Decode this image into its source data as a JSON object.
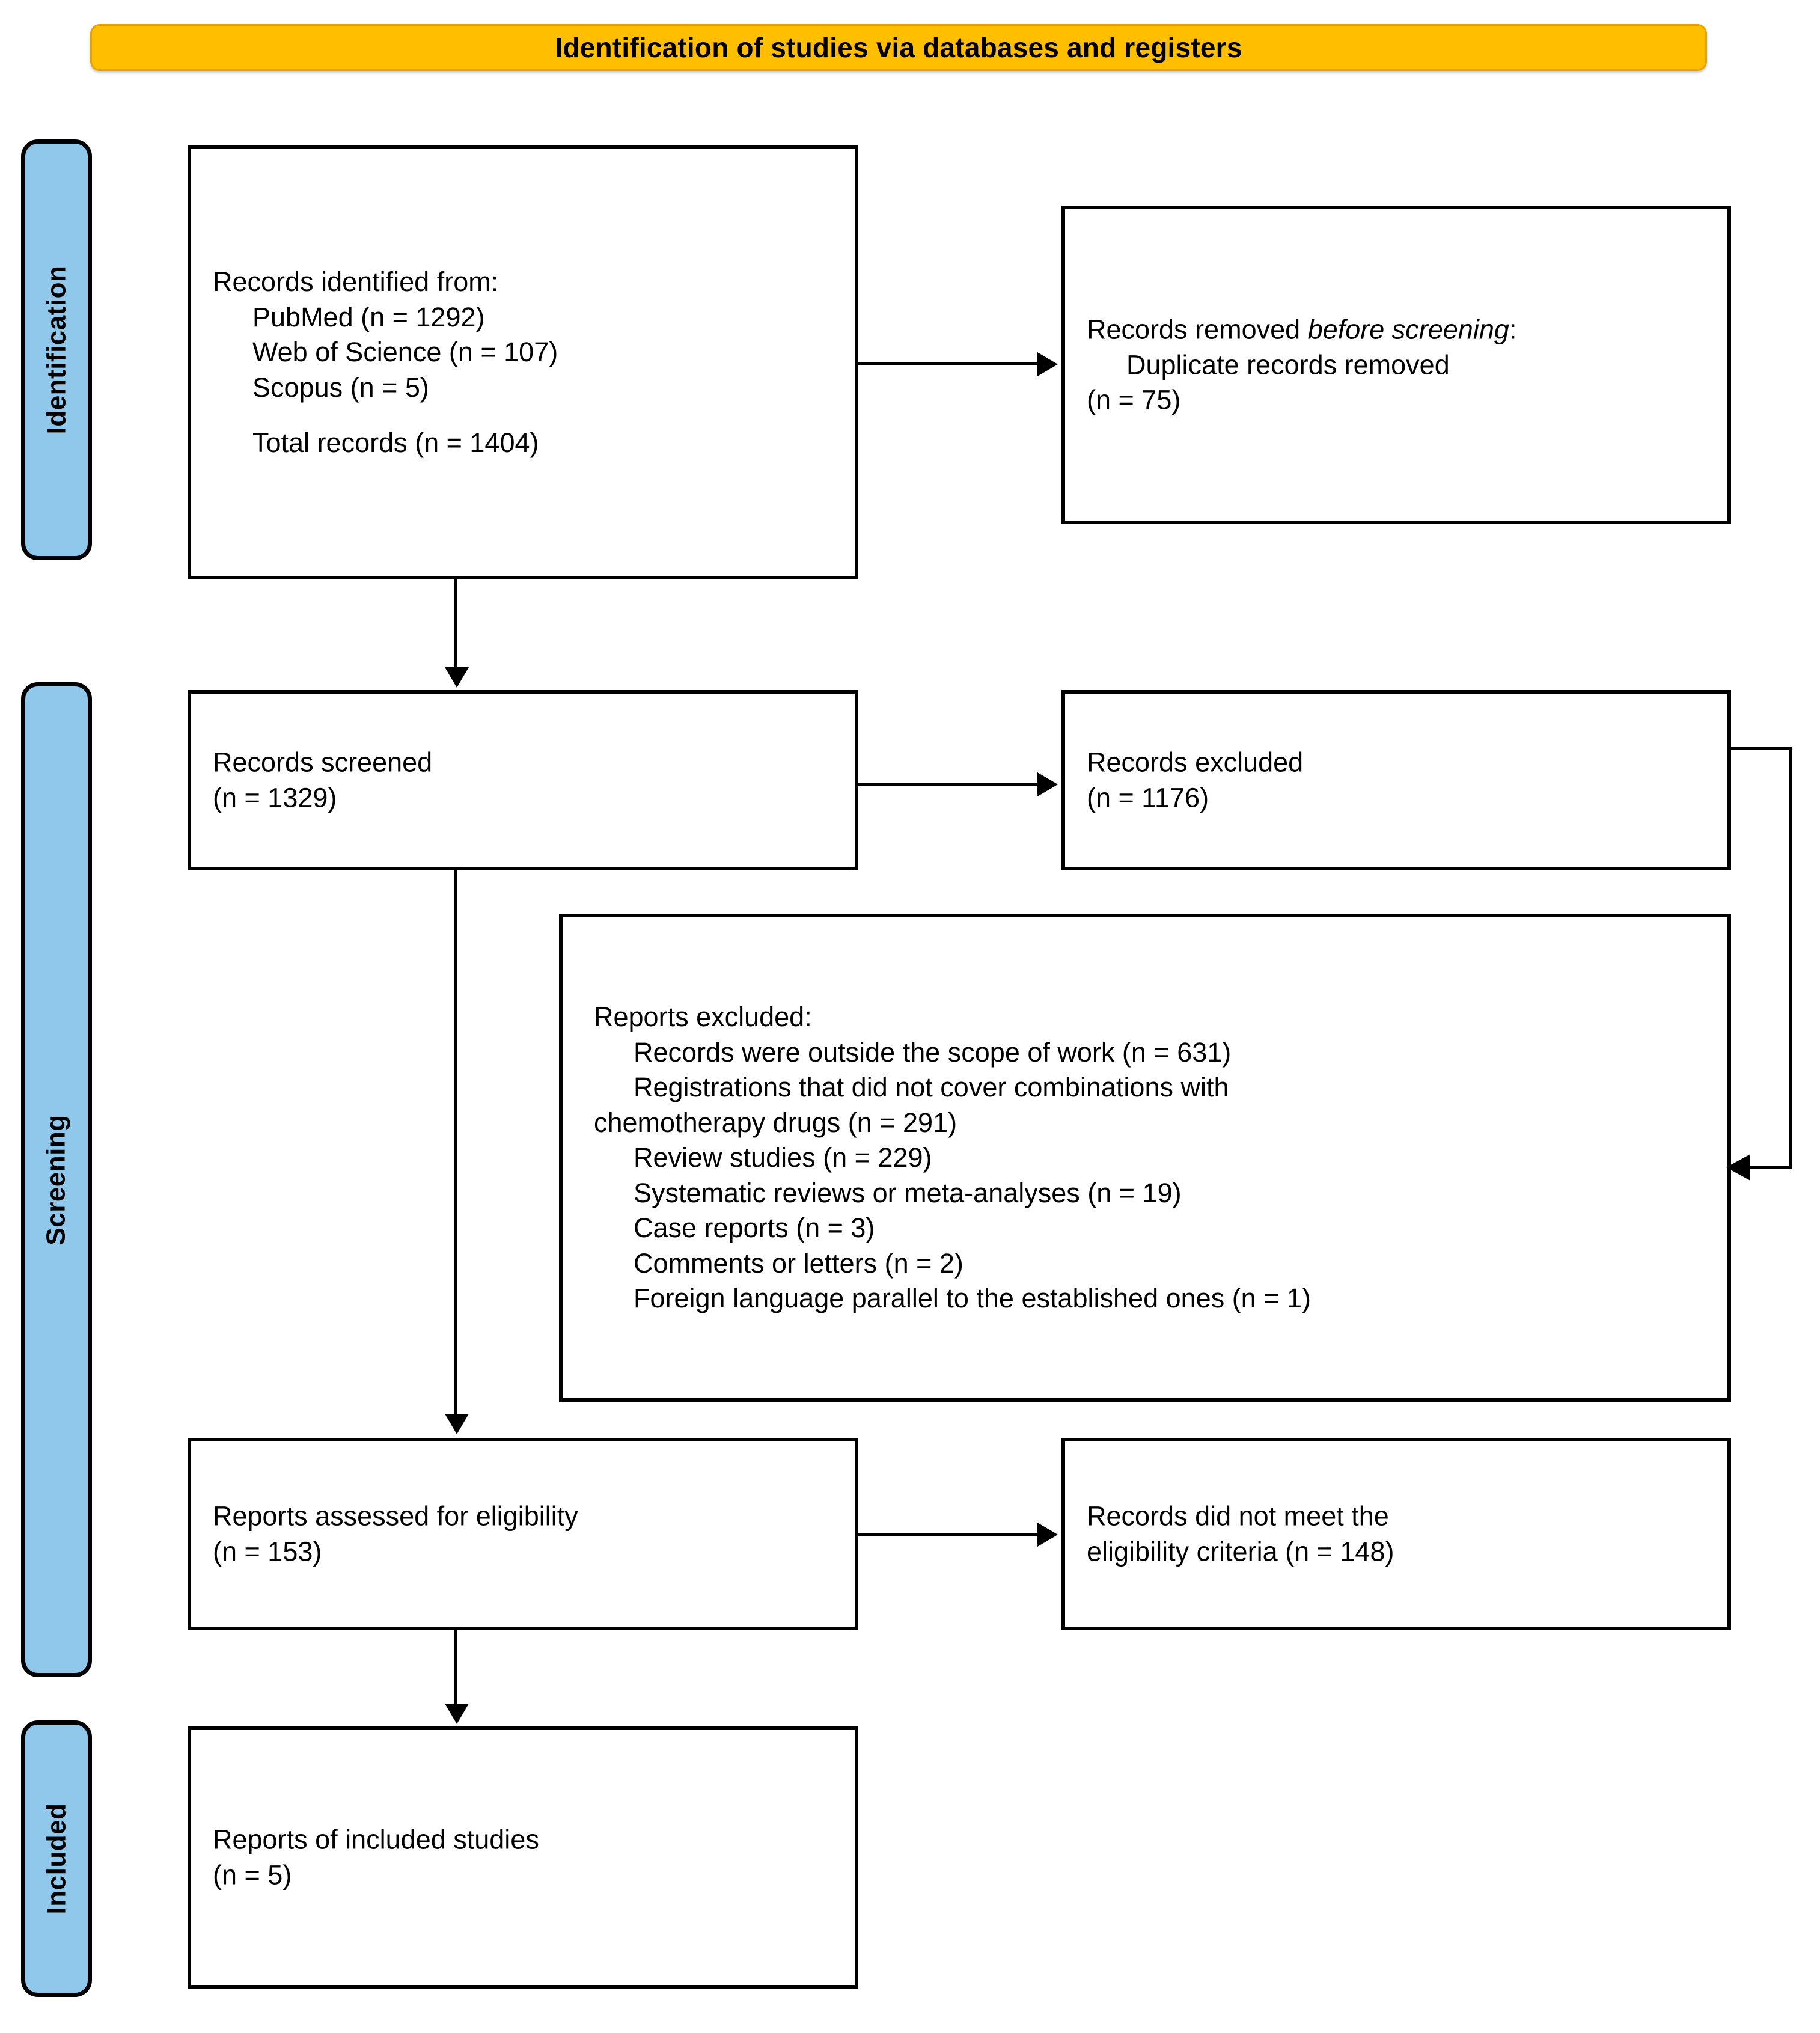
{
  "banner": {
    "title": "Identification of studies via databases and registers",
    "color": "#FFBE00"
  },
  "rails": {
    "color": "#90C8EC",
    "identification": "Identification",
    "screening": "Screening",
    "included": "Included"
  },
  "boxes": {
    "identified": {
      "heading": "Records identified from:",
      "sources": [
        "PubMed (n = 1292)",
        "Web of Science (n = 107)",
        "Scopus (n = 5)"
      ],
      "total": "Total records (n = 1404)"
    },
    "removed": {
      "heading_part1": "Records removed ",
      "heading_italic": "before screening",
      "heading_colon": ":",
      "items": [
        "Duplicate records removed",
        "(n = 75)"
      ]
    },
    "screened": {
      "label": "Records screened",
      "count": "(n = 1329)"
    },
    "excluded_records": {
      "label": "Records excluded",
      "count": "(n = 1176)"
    },
    "reports_excluded": {
      "heading": "Reports excluded:",
      "items": [
        "Records were outside the scope of work (n = 631)",
        "Registrations that did not cover combinations with",
        "chemotherapy drugs (n = 291)",
        "Review studies (n = 229)",
        "Systematic reviews or meta-analyses (n = 19)",
        "Case reports (n = 3)",
        "Comments or letters (n = 2)",
        "Foreign language parallel to the established ones (n = 1)"
      ]
    },
    "assessed": {
      "label": "Reports assessed for eligibility",
      "count": "(n = 153)"
    },
    "not_met": {
      "line1": "Records did not meet the",
      "line2": "eligibility criteria (n = 148)"
    },
    "included": {
      "label": "Reports of included studies",
      "count": "(n = 5)"
    }
  },
  "chart_data": {
    "type": "table",
    "title": "PRISMA 2020 flow diagram — Identification of studies via databases and registers",
    "stages": [
      "Identification",
      "Screening",
      "Included"
    ],
    "nodes": [
      {
        "stage": "Identification",
        "label": "Records identified from PubMed",
        "n": 1292
      },
      {
        "stage": "Identification",
        "label": "Records identified from Web of Science",
        "n": 107
      },
      {
        "stage": "Identification",
        "label": "Records identified from Scopus",
        "n": 5
      },
      {
        "stage": "Identification",
        "label": "Total records",
        "n": 1404
      },
      {
        "stage": "Identification",
        "label": "Duplicate records removed before screening",
        "n": 75
      },
      {
        "stage": "Screening",
        "label": "Records screened",
        "n": 1329
      },
      {
        "stage": "Screening",
        "label": "Records excluded",
        "n": 1176
      },
      {
        "stage": "Screening",
        "label": "Reports excluded: Records were outside the scope of work",
        "n": 631
      },
      {
        "stage": "Screening",
        "label": "Reports excluded: Registrations that did not cover combinations with chemotherapy drugs",
        "n": 291
      },
      {
        "stage": "Screening",
        "label": "Reports excluded: Review studies",
        "n": 229
      },
      {
        "stage": "Screening",
        "label": "Reports excluded: Systematic reviews or meta-analyses",
        "n": 19
      },
      {
        "stage": "Screening",
        "label": "Reports excluded: Case reports",
        "n": 3
      },
      {
        "stage": "Screening",
        "label": "Reports excluded: Comments or letters",
        "n": 2
      },
      {
        "stage": "Screening",
        "label": "Reports excluded: Foreign language parallel to the established ones",
        "n": 1
      },
      {
        "stage": "Screening",
        "label": "Reports assessed for eligibility",
        "n": 153
      },
      {
        "stage": "Screening",
        "label": "Records did not meet the eligibility criteria",
        "n": 148
      },
      {
        "stage": "Included",
        "label": "Reports of included studies",
        "n": 5
      }
    ]
  }
}
